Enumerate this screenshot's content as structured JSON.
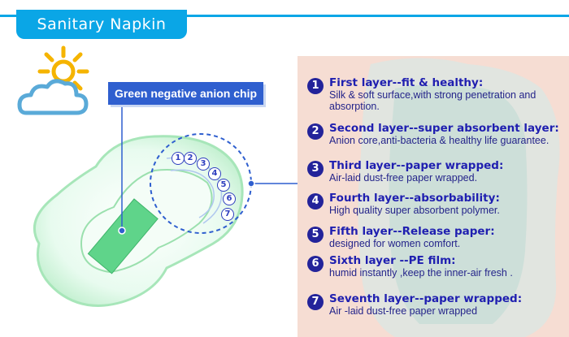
{
  "header": {
    "title": "Sanitary Napkin"
  },
  "chip_label": "Green negative anion chip",
  "layers": [
    {
      "number": "1",
      "title": "First layer--fit & healthy:",
      "desc": "Silk & soft surface,with strong penetration and absorption."
    },
    {
      "number": "2",
      "title": "Second layer--super absorbent layer:",
      "desc": "Anion core,anti-bacteria & healthy life guarantee."
    },
    {
      "number": "3",
      "title": "Third layer--paper wrapped:",
      "desc": "Air-laid dust-free paper wrapped."
    },
    {
      "number": "4",
      "title": "Fourth layer--absorbability:",
      "desc": "High quality super absorbent polymer."
    },
    {
      "number": "5",
      "title": "Fifth layer--Release paper:",
      "desc": "designed for women comfort."
    },
    {
      "number": "6",
      "title": "Sixth layer --PE film:",
      "desc": "humid instantly ,keep the inner-air fresh ."
    },
    {
      "number": "7",
      "title": "Seventh layer--paper wrapped:",
      "desc": "Air -laid dust-free paper wrapped"
    }
  ],
  "colors": {
    "accent": "#0aa6e6",
    "label_blue": "#2f5fcf",
    "text_navy": "#1f1fb0",
    "panel": "#f6ddd3",
    "chip_green": "#5fd48a"
  },
  "icons": [
    "sun-cloud-icon"
  ]
}
